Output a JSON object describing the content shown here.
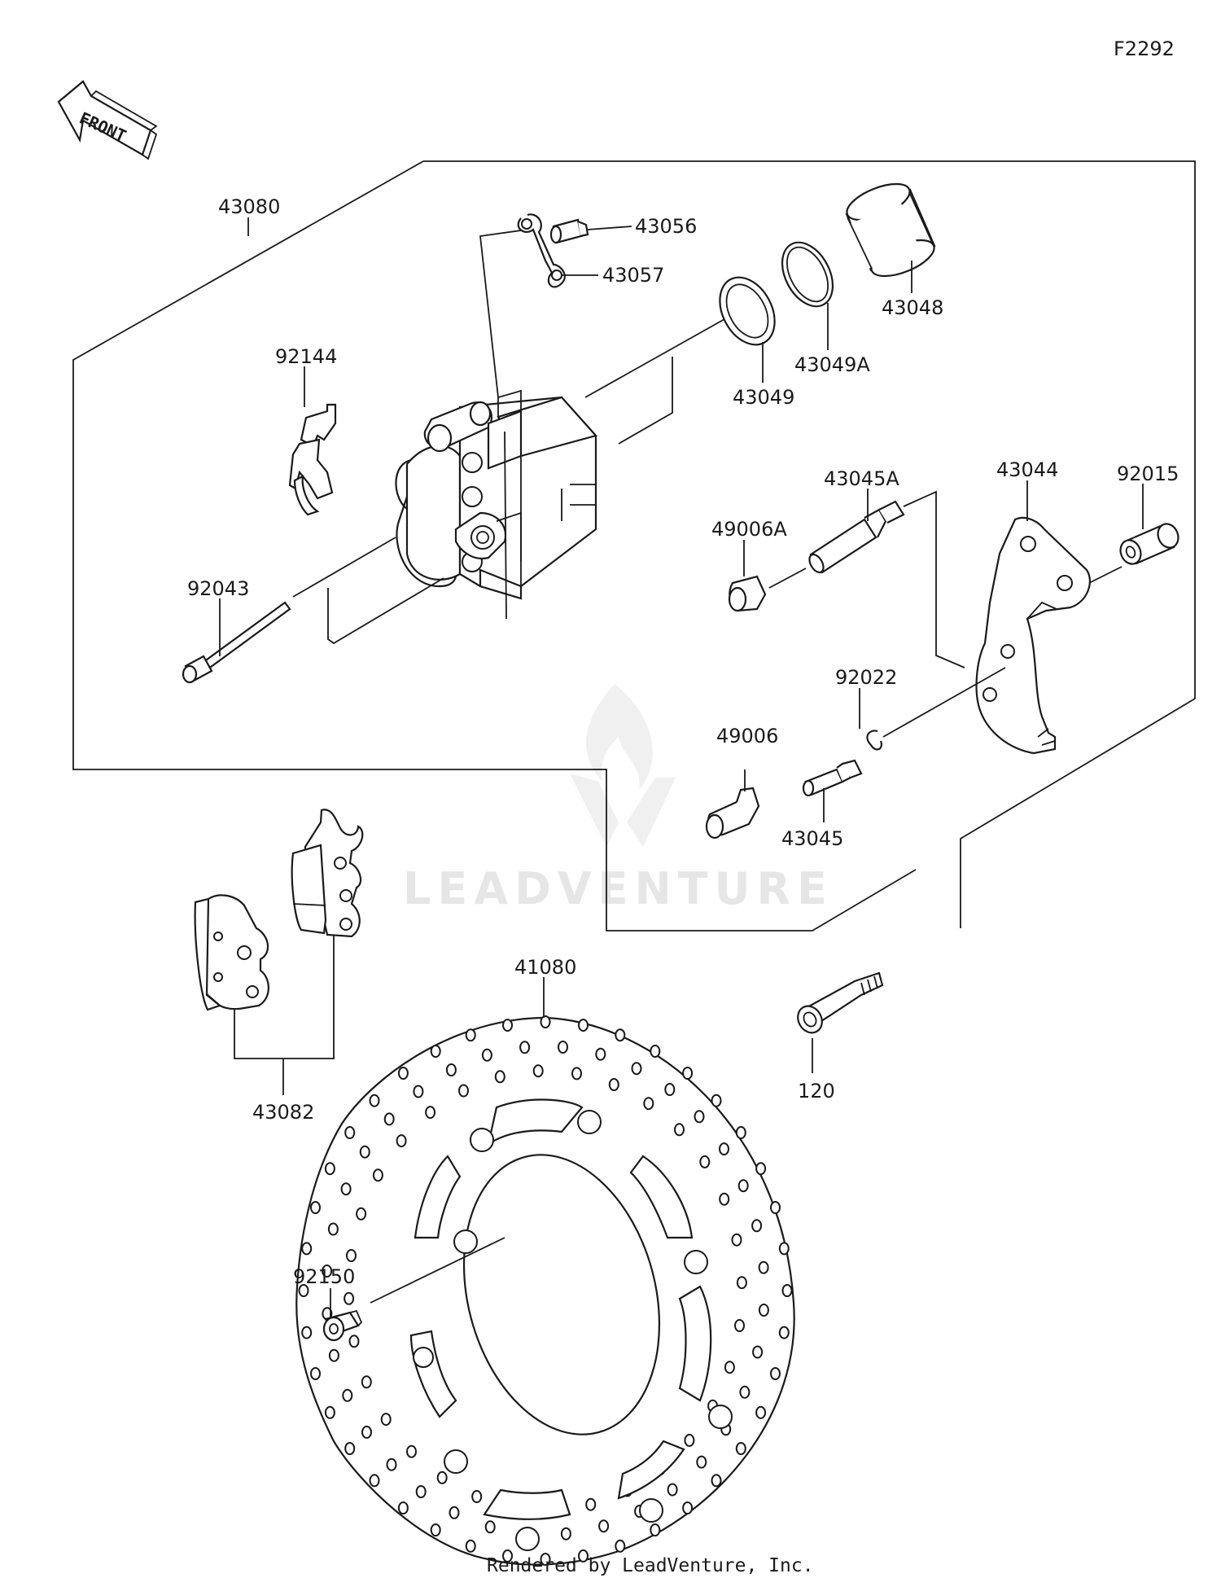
{
  "diagram_code": "F2292",
  "front_label": "FRONT",
  "watermark": "LEADVENTURE",
  "footer": "Rendered by LeadVenture, Inc.",
  "parts": [
    {
      "id": "p43080",
      "number": "43080"
    },
    {
      "id": "p43056",
      "number": "43056"
    },
    {
      "id": "p43057",
      "number": "43057"
    },
    {
      "id": "p43048",
      "number": "43048"
    },
    {
      "id": "p43049A",
      "number": "43049A"
    },
    {
      "id": "p43049",
      "number": "43049"
    },
    {
      "id": "p92144",
      "number": "92144"
    },
    {
      "id": "p92043",
      "number": "92043"
    },
    {
      "id": "p43045A",
      "number": "43045A"
    },
    {
      "id": "p43044",
      "number": "43044"
    },
    {
      "id": "p92015",
      "number": "92015"
    },
    {
      "id": "p49006A",
      "number": "49006A"
    },
    {
      "id": "p92022",
      "number": "92022"
    },
    {
      "id": "p49006",
      "number": "49006"
    },
    {
      "id": "p43045",
      "number": "43045"
    },
    {
      "id": "p41080",
      "number": "41080"
    },
    {
      "id": "p43082",
      "number": "43082"
    },
    {
      "id": "p120",
      "number": "120"
    },
    {
      "id": "p92150",
      "number": "92150"
    }
  ]
}
